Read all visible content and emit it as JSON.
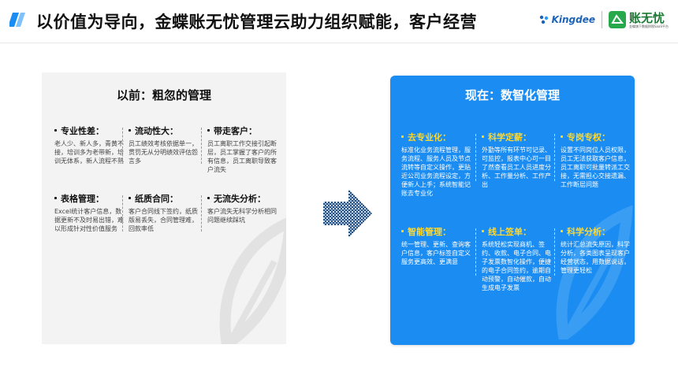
{
  "header": {
    "title": "以价值为导向，金蝶账无忧管理云助力组织赋能，客户经营",
    "brand_kingdee": "Kingdee",
    "brand_zwy": "账无忧",
    "brand_zwy_sub": "金蝶旗下数据财税SaaS平台"
  },
  "left_panel": {
    "title": "以前：粗忽的管理",
    "items": [
      {
        "heading": "专业性差：",
        "desc": "老人少、新人多，青黄不接，培训多为老带新，培训无体系，新人流程不熟"
      },
      {
        "heading": "流动性大：",
        "desc": "员工绩效考核依据单一，贯罚无从分明绩效评估怨言多"
      },
      {
        "heading": "带走客户：",
        "desc": "员工离职工作交接引起断层，员工掌握了客户的所有信息，员工离职导致客户流失"
      },
      {
        "heading": "表格管理：",
        "desc": "Excel统计客户信息，数据更新不及时易出错，难以形成针对性价值服务"
      },
      {
        "heading": "纸质合同：",
        "desc": "客户合同线下签约，纸质版易丢失，合同管理难，回款率低"
      },
      {
        "heading": "无流失分析：",
        "desc": "客户流失无科学分析相同问题继续踩坑"
      }
    ]
  },
  "right_panel": {
    "title": "现在：数智化管理",
    "items": [
      {
        "heading": "去专业化：",
        "desc": "标准化业务流程管理，服务流程、服务人员及节点流转等自定义操作，更贴近公司业务流程设定，方便新人上手；系统智能记账去专业化"
      },
      {
        "heading": "科学定薪：",
        "desc": "外勤等所有环节可记录、可监控，报表中心可一目了然查看员工人员进度分析、工作量分析、工作产出"
      },
      {
        "heading": "专岗专权：",
        "desc": "设置不同岗位人员权限，员工无法获取客户信息，员工离职可批量转派工交接，无需担心交接遗漏、工作断层问题"
      },
      {
        "heading": "智能管理：",
        "desc": "统一管理、更新、查询客户信息，客户标签自定义服务更高效、更满意"
      },
      {
        "heading": "线上签单：",
        "desc": "系统轻松实现商机、签约、收款、电子合同、电子发票数智化操作，便捷的电子合同签约，逾期自动预警，自动催款，自动生成电子发票"
      },
      {
        "heading": "科学分析：",
        "desc": "统计汇总流失原因，科学分析，各类图表呈现客户经营状态，用数据说话，管理更轻松"
      }
    ]
  },
  "colors": {
    "accent_blue": "#1a8cf2",
    "heading_yellow": "#ffd92e",
    "left_bg": "#f3f3f3"
  }
}
